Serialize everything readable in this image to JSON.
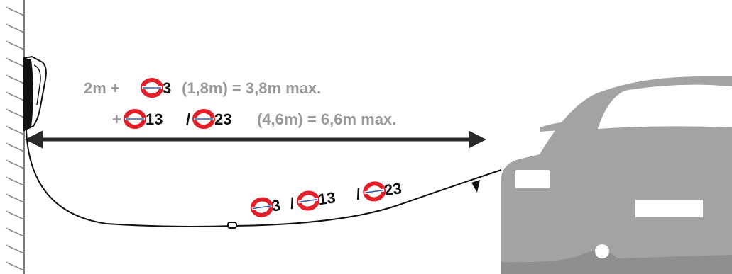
{
  "colors": {
    "grey_text": "#9a9a9a",
    "black_text": "#111111",
    "brand_red": "#e3202a",
    "brand_blue": "#3b5bb0",
    "car_grey": "#a3a3a3",
    "car_light": "#ffffff",
    "wall_line": "#7a7a7a",
    "arrow": "#2a2a2a"
  },
  "length_lines": {
    "line1": {
      "prefix": "2m +",
      "product": "3",
      "detail": "(1,8m) = 3,8m max."
    },
    "line2": {
      "prefix": "+",
      "product_a": "13",
      "separator": "/",
      "product_b": "23",
      "detail": "(4,6m) = 6,6m max."
    }
  },
  "cable_label": {
    "product_a": "3",
    "separator_1": "/",
    "product_b": "13",
    "separator_2": "/",
    "product_c": "23"
  },
  "icons": {
    "product_logo": "red-coil-logo-icon",
    "wallbox": "wallbox-charger-icon",
    "car": "car-rear-icon",
    "wall": "wall-hatch-icon",
    "arrow": "double-arrow-icon"
  }
}
